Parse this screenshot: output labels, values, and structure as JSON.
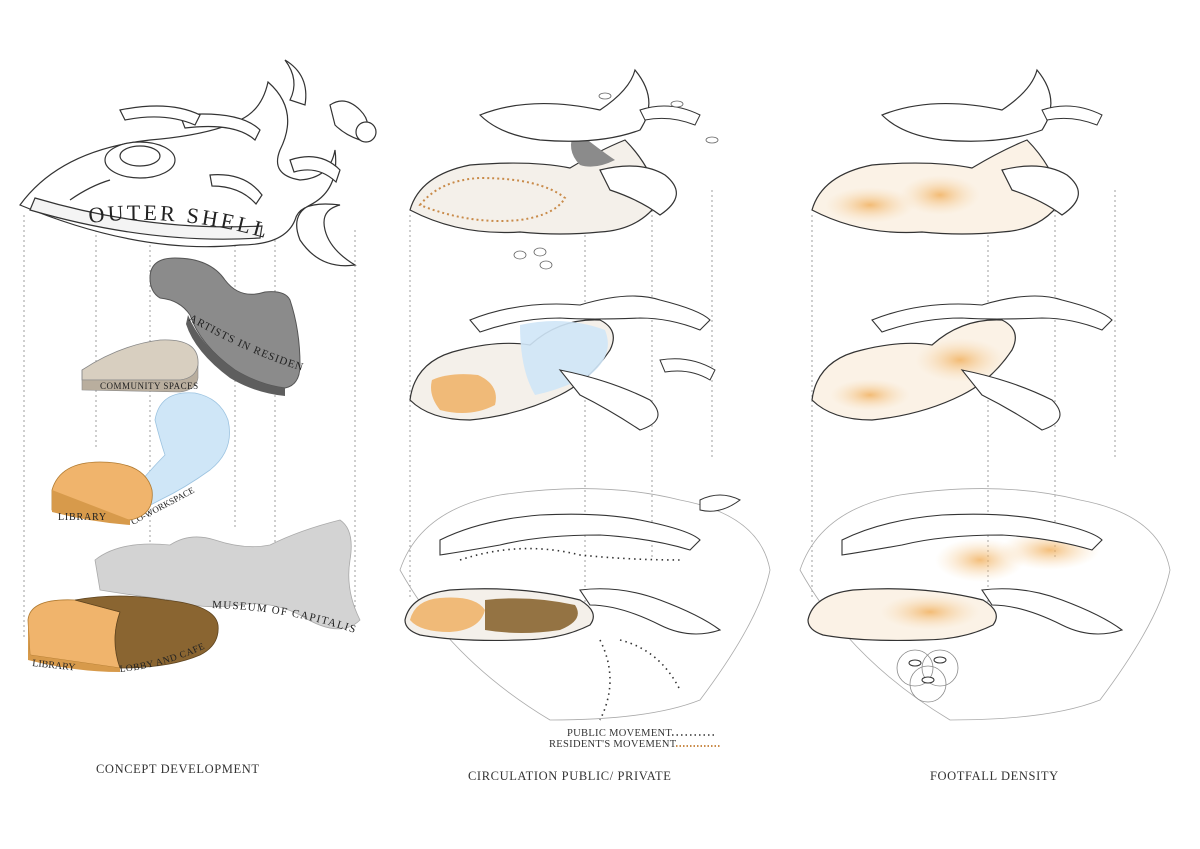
{
  "concept": {
    "caption": "CONCEPT DEVELOPMENT",
    "layers": {
      "outer_shell": "OUTER SHELL",
      "artists": "ARTISTS IN RESIDENCE",
      "community": "COMMUNITY SPACES",
      "library_upper": "LIBRARY",
      "coworkspace": "CO-WORKSPACE",
      "museum": "MUSEUM OF CAPITALISM",
      "library_lower": "LIBRARY",
      "lobby": "LOBBY AND CAFE"
    }
  },
  "circulation": {
    "caption": "CIRCULATION PUBLIC/ PRIVATE",
    "legend": {
      "public": "PUBLIC MOVEMENT",
      "resident": "RESIDENT'S MOVEMENT"
    }
  },
  "footfall": {
    "caption": "FOOTFALL DENSITY"
  },
  "colors": {
    "orange": "#f0b46c",
    "brown": "#8a6531",
    "blue": "#cfe6f7",
    "dark_gray": "#8b8b8b",
    "light_gray": "#d3d3d3",
    "beige": "#d8cfc0",
    "line": "#333333"
  }
}
